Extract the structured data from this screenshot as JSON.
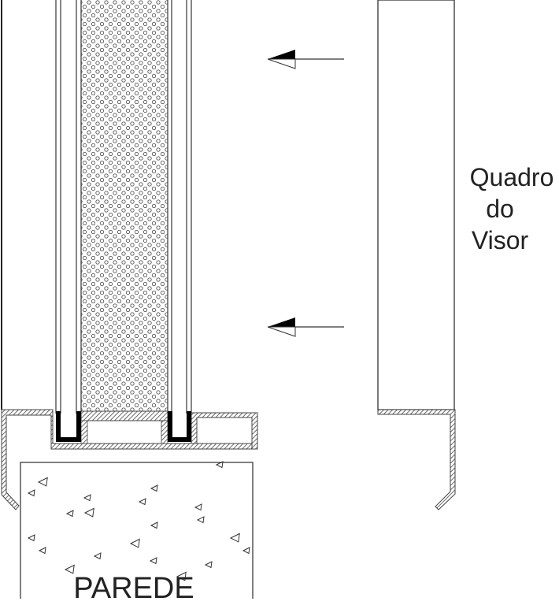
{
  "labels": {
    "frame_line1": "Quadro",
    "frame_line2": "do",
    "frame_line3": "Visor",
    "wall": "PAREDE"
  },
  "colors": {
    "line": "#333333",
    "fill": "#000000"
  }
}
